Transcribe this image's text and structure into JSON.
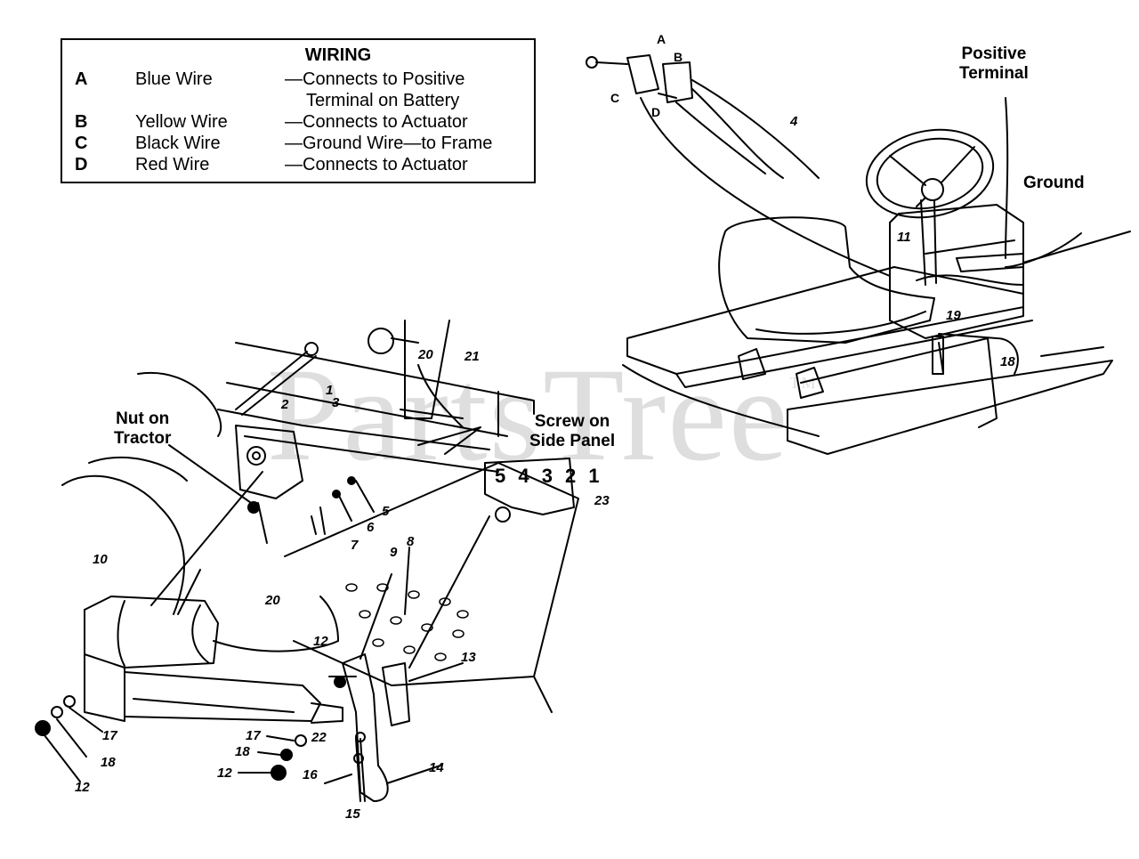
{
  "legend": {
    "title": "WIRING",
    "rows": [
      {
        "letter": "A",
        "wire": "Blue Wire",
        "desc": "—Connects to Positive",
        "cont": "Terminal on Battery"
      },
      {
        "letter": "B",
        "wire": "Yellow Wire",
        "desc": "—Connects to Actuator"
      },
      {
        "letter": "C",
        "wire": "Black Wire",
        "desc": "—Ground Wire—to Frame"
      },
      {
        "letter": "D",
        "wire": "Red Wire",
        "desc": "—Connects to Actuator"
      }
    ]
  },
  "labels": {
    "positive_terminal": "Positive\nTerminal",
    "ground": "Ground",
    "nut_on_tractor": "Nut on\nTractor",
    "screw_on_side_panel": "Screw on\nSide Panel",
    "detent": "5 4 3 2 1"
  },
  "switch_letters": {
    "a": "A",
    "b": "B",
    "c": "C",
    "d": "D"
  },
  "callouts": {
    "n1": "1",
    "n2": "2",
    "n3": "3",
    "n4": "4",
    "n5": "5",
    "n6": "6",
    "n7": "7",
    "n8": "8",
    "n9": "9",
    "n10": "10",
    "n11": "11",
    "n12a": "12",
    "n12b": "12",
    "n12c": "12",
    "n13": "13",
    "n14": "14",
    "n15": "15",
    "n16": "16",
    "n17a": "17",
    "n17b": "17",
    "n18a": "18",
    "n18b": "18",
    "n18c": "18",
    "n19": "19",
    "n20a": "20",
    "n20b": "20",
    "n21": "21",
    "n22": "22",
    "n23": "23"
  },
  "watermark": {
    "text": "PartsTree",
    "mark": "TM"
  }
}
